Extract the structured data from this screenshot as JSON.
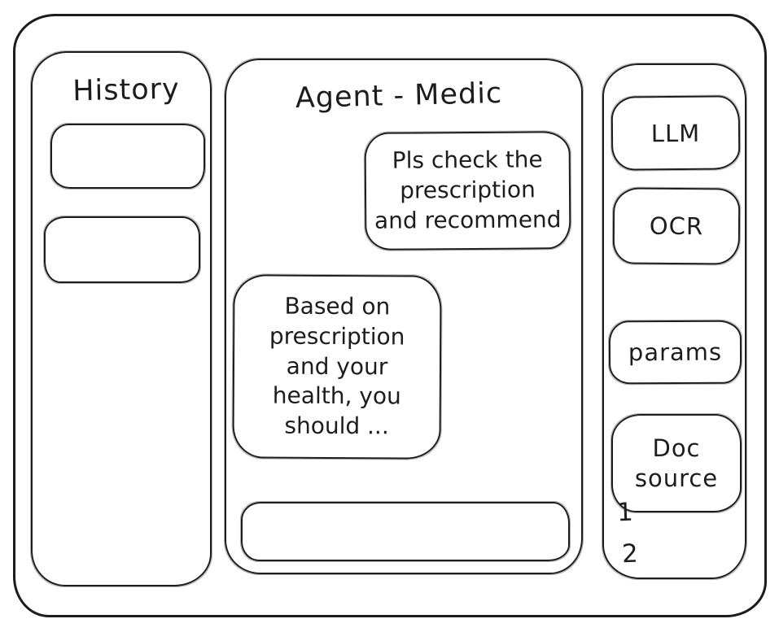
{
  "window": {
    "background_color": "#ffffff",
    "stroke_color": "#1d1d1d"
  },
  "history_panel": {
    "title": "History",
    "items": [
      {
        "label": ""
      },
      {
        "label": ""
      }
    ]
  },
  "chat_panel": {
    "title": "Agent - Medic",
    "user_message": {
      "lines": [
        "Pls check the",
        "prescription",
        "and recommend"
      ]
    },
    "assistant_message": {
      "lines": [
        "Based on",
        "prescription",
        "and your",
        "health, you",
        "should ..."
      ]
    },
    "input": {
      "value": "",
      "placeholder": ""
    }
  },
  "tools_panel": {
    "buttons": [
      {
        "label": "LLM"
      },
      {
        "label": "OCR"
      },
      {
        "label": "params"
      },
      {
        "label": [
          "Doc",
          "source"
        ]
      }
    ],
    "doc_source_items": [
      "1",
      "2"
    ]
  }
}
